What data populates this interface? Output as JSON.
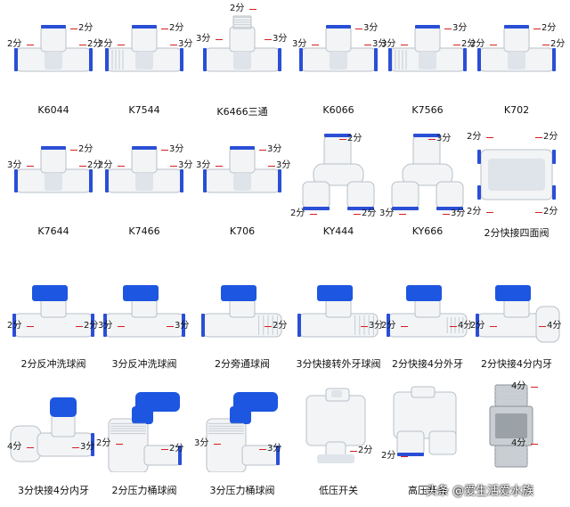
{
  "size_tags": {
    "two": "2分",
    "three": "3分",
    "four": "4分"
  },
  "products": [
    {
      "name": "K6044",
      "tags": [
        "two",
        "two",
        "two"
      ]
    },
    {
      "name": "K7544",
      "tags": [
        "two",
        "two",
        "three"
      ]
    },
    {
      "name": "K6466三通",
      "tags": [
        "two",
        "three",
        "three"
      ]
    },
    {
      "name": "K6066",
      "tags": [
        "three",
        "three",
        "three"
      ]
    },
    {
      "name": "K7566",
      "tags": [
        "three",
        "three",
        "two"
      ]
    },
    {
      "name": "K702",
      "tags": [
        "two",
        "two",
        "two"
      ]
    },
    {
      "name": "K7644",
      "tags": [
        "two",
        "three",
        "two"
      ]
    },
    {
      "name": "K7466",
      "tags": [
        "three",
        "two",
        "three"
      ]
    },
    {
      "name": "K706",
      "tags": [
        "three",
        "three",
        "three"
      ]
    },
    {
      "name": "KY444",
      "tags": [
        "two",
        "two",
        "two"
      ]
    },
    {
      "name": "KY666",
      "tags": [
        "three",
        "three",
        "three"
      ]
    },
    {
      "name": "2分快接四面阀",
      "tags": [
        "two",
        "two",
        "two",
        "two"
      ]
    },
    {
      "name": "2分反冲洗球阀",
      "tags": [
        "two",
        "two"
      ]
    },
    {
      "name": "3分反冲洗球阀",
      "tags": [
        "three",
        "three"
      ]
    },
    {
      "name": "2分旁通球阀",
      "tags": [
        "two"
      ]
    },
    {
      "name": "3分快接转外牙球阀",
      "tags": [
        "three"
      ]
    },
    {
      "name": "2分快接4分外牙",
      "tags": [
        "two",
        "four"
      ]
    },
    {
      "name": "2分快接4分内牙",
      "tags": [
        "two",
        "four"
      ]
    },
    {
      "name": "3分快接4分内牙",
      "tags": [
        "four",
        "three"
      ]
    },
    {
      "name": "2分压力桶球阀",
      "tags": [
        "two",
        "two"
      ]
    },
    {
      "name": "3分压力桶球阀",
      "tags": [
        "three",
        "three"
      ]
    },
    {
      "name": "低压开关",
      "tags": [
        "two"
      ]
    },
    {
      "name": "高压开关",
      "tags": [
        "two"
      ]
    },
    {
      "name": "",
      "tags": [
        "four",
        "four"
      ]
    }
  ],
  "watermark": {
    "source": "头条",
    "at": "@",
    "author": "爱生活爱水族"
  },
  "colors": {
    "accent_red": "#d81e1e",
    "valve_blue": "#1d56e0",
    "ring_blue": "#2a4fd6",
    "fitting_white": "#f2f4f6"
  }
}
